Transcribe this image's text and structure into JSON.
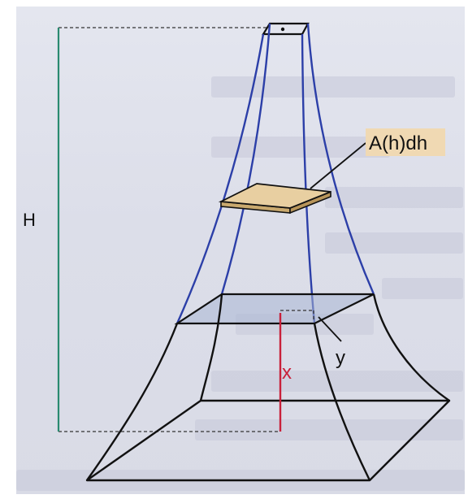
{
  "labels": {
    "height": "H",
    "area": "A(h)dh",
    "x": "x",
    "y": "y"
  },
  "colors": {
    "tower_upper_edges": "#2c3fa8",
    "outline": "#111111",
    "height_line": "#2a8a70",
    "x_line": "#c8203a",
    "slice_fill": "#e8cfa1",
    "label_box": "#f0d9b3",
    "section_fill": "#a9b6d3"
  }
}
